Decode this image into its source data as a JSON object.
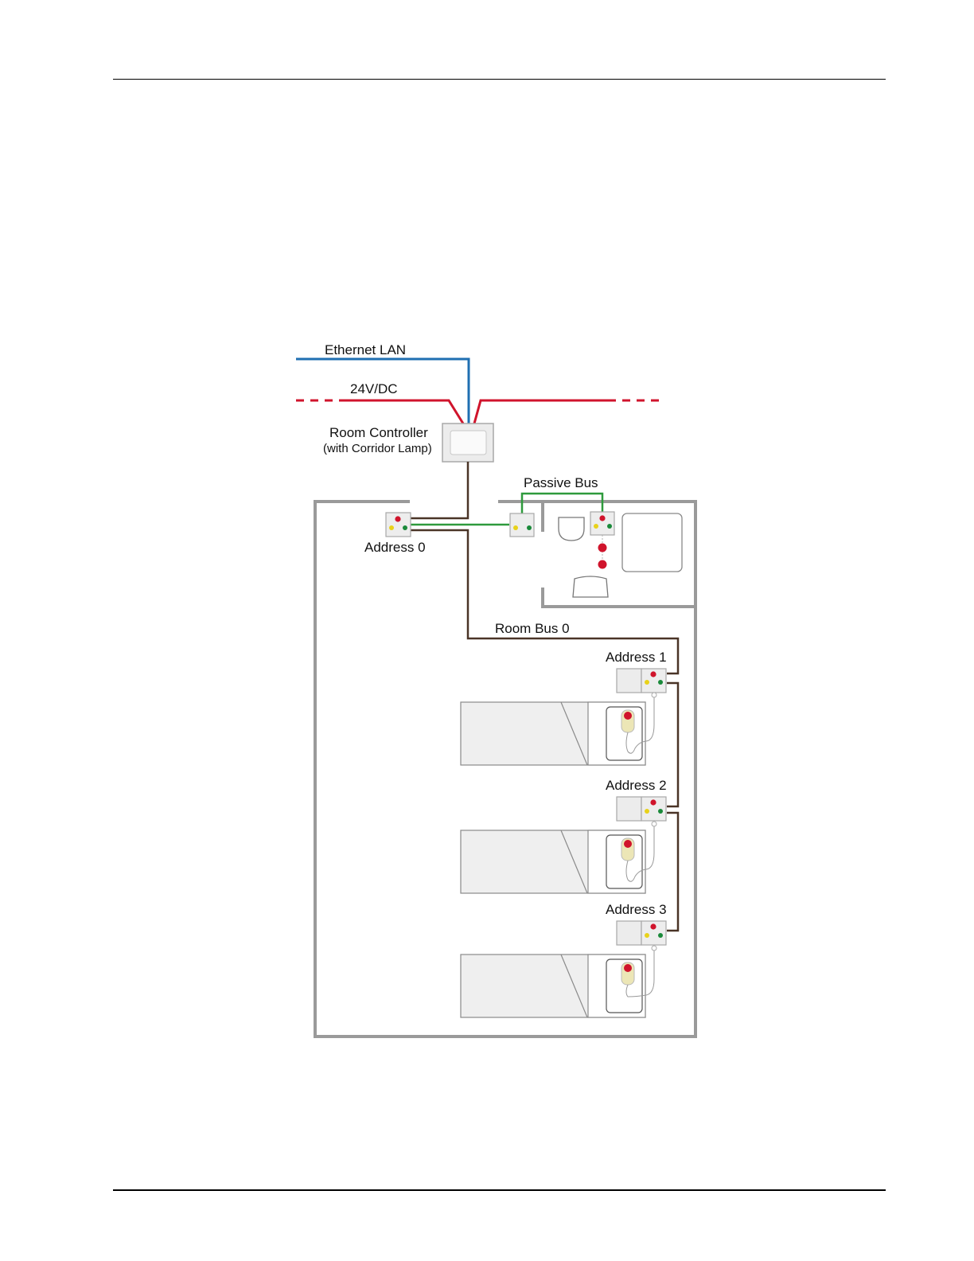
{
  "colors": {
    "ethernet": "#1f6fb2",
    "power": "#d0142c",
    "room_bus": "#4a3427",
    "passive_bus": "#2e9a3c",
    "wall": "#9a9a9a",
    "led_red": "#d0142c",
    "led_yellow": "#e8d21a",
    "led_green": "#1a8a3a"
  },
  "labels": {
    "ethernet": "Ethernet LAN",
    "power": "24V/DC",
    "controller_title": "Room Controller",
    "controller_sub": "(with Corridor Lamp)",
    "passive_bus": "Passive Bus",
    "address_0": "Address 0",
    "room_bus": "Room Bus 0",
    "address_1": "Address 1",
    "address_2": "Address 2",
    "address_3": "Address 3"
  },
  "icons": [
    "room-controller-icon",
    "call-panel-icon",
    "pull-cord-icon",
    "toilet-icon",
    "sink-icon",
    "shower-icon",
    "bed-icon",
    "pillow-call-button-icon"
  ]
}
